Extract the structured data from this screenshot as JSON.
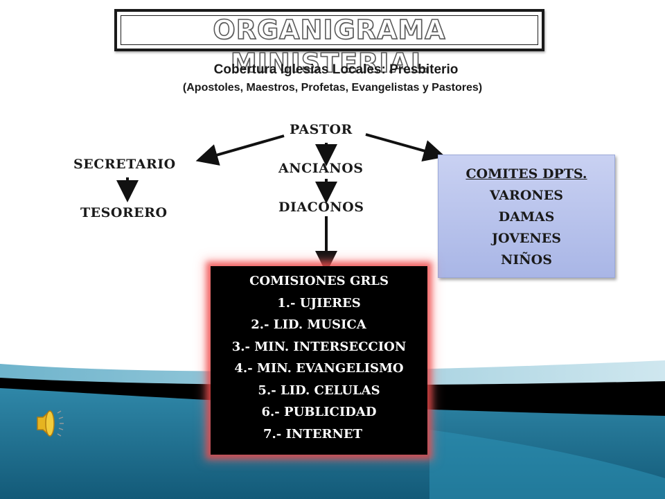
{
  "title": "ORGANIGRAMA MINISTERIAL",
  "subtitle": "Cobertura Iglesias Locales: Presbiterio",
  "subtitle_detail": "(Apostoles, Maestros, Profetas, Evangelistas y Pastores)",
  "nodes": {
    "pastor": "PASTOR",
    "secretario": "SECRETARIO",
    "tesorero": "TESORERO",
    "ancianos": "ANCIANOS",
    "diaconos": "DIACONOS"
  },
  "comites": {
    "heading": "COMITES DPTS.",
    "items": [
      "VARONES",
      "DAMAS",
      "JOVENES",
      "NIÑOS"
    ]
  },
  "comisiones": {
    "heading": "COMISIONES GRLS",
    "items": [
      "1.- UJIERES",
      "2.- LID. MUSICA",
      "3.- MIN. INTERSECCION",
      "4.- MIN. EVANGELISMO",
      "5.- LID. CELULAS",
      "6.- PUBLICIDAD",
      "7.- INTERNET"
    ]
  },
  "colors": {
    "comites_fill": "#b4c0ec",
    "comisiones_fill": "#000000",
    "comisiones_glow": "#eb4646",
    "wave_dark": "#1f6f8f",
    "wave_light": "#8fc6d8"
  },
  "icons": {
    "audio": "speaker-icon"
  }
}
